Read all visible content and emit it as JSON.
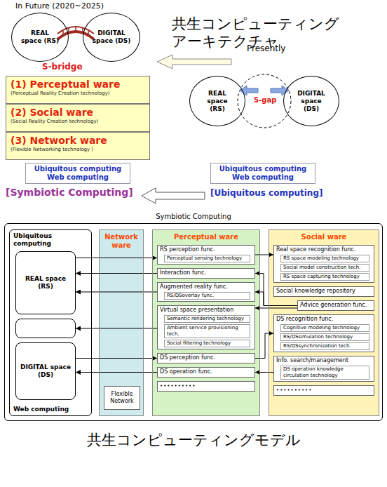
{
  "diagram": {
    "title": "共生コンピューティング アーキテクチャ",
    "caption": "共生コンピューティングモデル",
    "nodes": [
      {
        "text": [
          "REAL space (RS)"
        ]
      },
      {
        "text": [
          "DIGITAL space (DS)"
        ]
      },
      {
        "text": [
          "(1) Perceptual ware",
          "(Perceptual Reality Creation technology)"
        ]
      },
      {
        "text": [
          "(2) Social ware",
          "(Social Reality Creation technology)"
        ]
      },
      {
        "text": [
          "(3) Network ware",
          "(Flexible Networking technology )"
        ]
      },
      {
        "text": [
          "Ubiquitous computing",
          "Web computing"
        ]
      },
      {
        "text": [
          "REAL space (RS)"
        ]
      },
      {
        "text": [
          "DIGITAL space (DS)"
        ]
      },
      {
        "text": [
          "Ubiquitous computing",
          "Web computing"
        ]
      },
      {
        "text": [
          "Symbiotic Computing"
        ]
      },
      {
        "text": [
          "Ubiquitous computing",
          "Web computing"
        ],
        "in": 9
      },
      {
        "text": [
          "REAL space (RS)"
        ],
        "in": 10
      },
      {
        "text": [
          "DIGITAL space (DS)"
        ],
        "in": 10
      },
      {
        "text": [
          "Network ware"
        ],
        "in": 9
      },
      {
        "text": [
          "Flexible Network"
        ],
        "in": 13
      },
      {
        "text": [
          "Perceptual ware"
        ],
        "in": 9
      },
      {
        "text": [
          "RS perception func."
        ],
        "in": 15
      },
      {
        "text": [
          "Perceptual sensing technology"
        ],
        "in": 16
      },
      {
        "text": [
          "Interaction func."
        ],
        "in": 15
      },
      {
        "text": [
          "Augmented reality func."
        ],
        "in": 15
      },
      {
        "text": [
          "RS/DSoverlay func."
        ],
        "in": 19
      },
      {
        "text": [
          "Virtual space presentation"
        ],
        "in": 15
      },
      {
        "text": [
          "Semantic rendering technology"
        ],
        "in": 21
      },
      {
        "text": [
          "Ambient service provisioning tech."
        ],
        "in": 21
      },
      {
        "text": [
          "Social filtering technology"
        ],
        "in": 21
      },
      {
        "text": [
          "DS perception func."
        ],
        "in": 15
      },
      {
        "text": [
          "DS operation func."
        ],
        "in": 15
      },
      {
        "text": [
          "••••••••••"
        ],
        "in": 15
      },
      {
        "text": [
          "Social ware"
        ],
        "in": 9
      },
      {
        "text": [
          "Real space recognition func."
        ],
        "in": 28
      },
      {
        "text": [
          "RS space modeling technology"
        ],
        "in": 29
      },
      {
        "text": [
          "Social model construction tech."
        ],
        "in": 29
      },
      {
        "text": [
          "RS space capturing technology"
        ],
        "in": 29
      },
      {
        "text": [
          "Social knowledge repository"
        ],
        "in": 28
      },
      {
        "text": [
          "Advice generation func."
        ],
        "in": 28
      },
      {
        "text": [
          "DS recognition func."
        ],
        "in": 28
      },
      {
        "text": [
          "Cognitive modeling technology"
        ],
        "in": 35
      },
      {
        "text": [
          "RS/DSsimulation technology"
        ],
        "in": 35
      },
      {
        "text": [
          "RS/DSsynchronization tech."
        ],
        "in": 35
      },
      {
        "text": [
          "Info. search/management"
        ],
        "in": 28
      },
      {
        "text": [
          "DS operation knowledge circulation technology"
        ],
        "in": 39
      },
      {
        "text": [
          "••••••••••"
        ],
        "in": 28
      }
    ],
    "edges": [
      {
        "from": 11,
        "to": 16,
        "arrow": "to"
      },
      {
        "from": 16,
        "to": 29,
        "arrow": "to"
      },
      {
        "from": 18,
        "to": 11,
        "arrow": "to"
      },
      {
        "from": 19,
        "to": 11,
        "arrow": "to"
      },
      {
        "from": 34,
        "to": 18,
        "arrow": "to"
      },
      {
        "from": 34,
        "to": 19,
        "arrow": "to"
      },
      {
        "from": 34,
        "to": 21,
        "arrow": "to"
      },
      {
        "from": 12,
        "to": 25,
        "arrow": "to"
      },
      {
        "from": 25,
        "to": 35,
        "arrow": "to"
      },
      {
        "from": 26,
        "to": 12,
        "arrow": "to"
      },
      {
        "from": 39,
        "to": 26,
        "arrow": "to"
      }
    ],
    "labels": [
      "In Future (2020~2025)",
      "S-bridge",
      "Presently",
      "S-gap",
      "[Symbiotic Computing]",
      "[Ubiquitous computing]"
    ]
  }
}
